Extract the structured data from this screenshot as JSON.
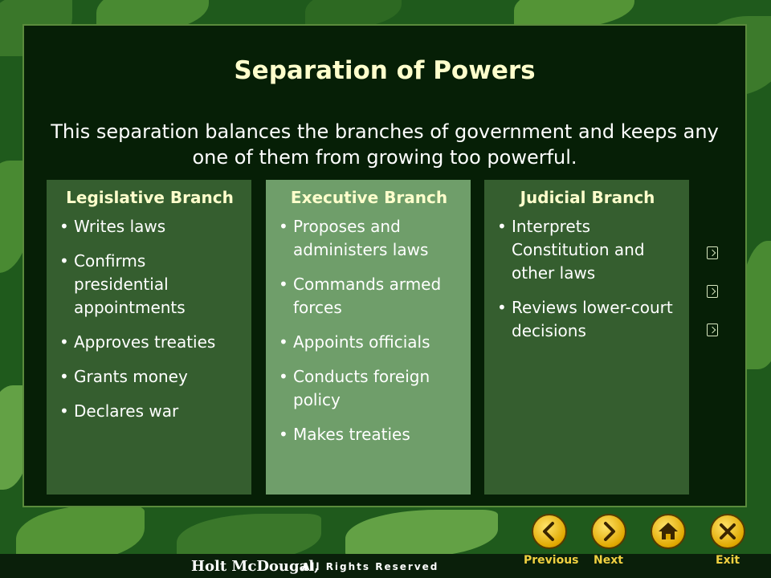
{
  "slide": {
    "title": "Separation of Powers",
    "subtitle": "This separation balances the branches of government and keeps any one of them from growing too powerful."
  },
  "columns": [
    {
      "title": "Legislative Branch",
      "items": [
        "Writes laws",
        "Confirms presidential appointments",
        "Approves treaties",
        "Grants money",
        "Declares war"
      ]
    },
    {
      "title": "Executive Branch",
      "items": [
        "Proposes and administers laws",
        "Commands armed forces",
        "Appoints officials",
        "Conducts foreign policy",
        "Makes treaties"
      ]
    },
    {
      "title": "Judicial Branch",
      "items": [
        "Interprets Constitution and other laws",
        "Reviews lower-court decisions"
      ]
    }
  ],
  "nav": {
    "previous": "Previous",
    "next": "Next",
    "exit": "Exit"
  },
  "footer": {
    "brand": "Holt McDougal,",
    "rights": "All Rights Reserved"
  },
  "colors": {
    "panel": "#061f06",
    "column_dark": "#355e2f",
    "column_light": "#6f9e6a",
    "title": "#ffffcc",
    "nav_gold": "#e0a800"
  },
  "icons": {
    "side_markers": [
      "arrow-box-icon",
      "arrow-box-icon",
      "arrow-box-icon"
    ],
    "nav": [
      "chevron-left-icon",
      "chevron-right-icon",
      "home-icon",
      "close-icon"
    ]
  }
}
